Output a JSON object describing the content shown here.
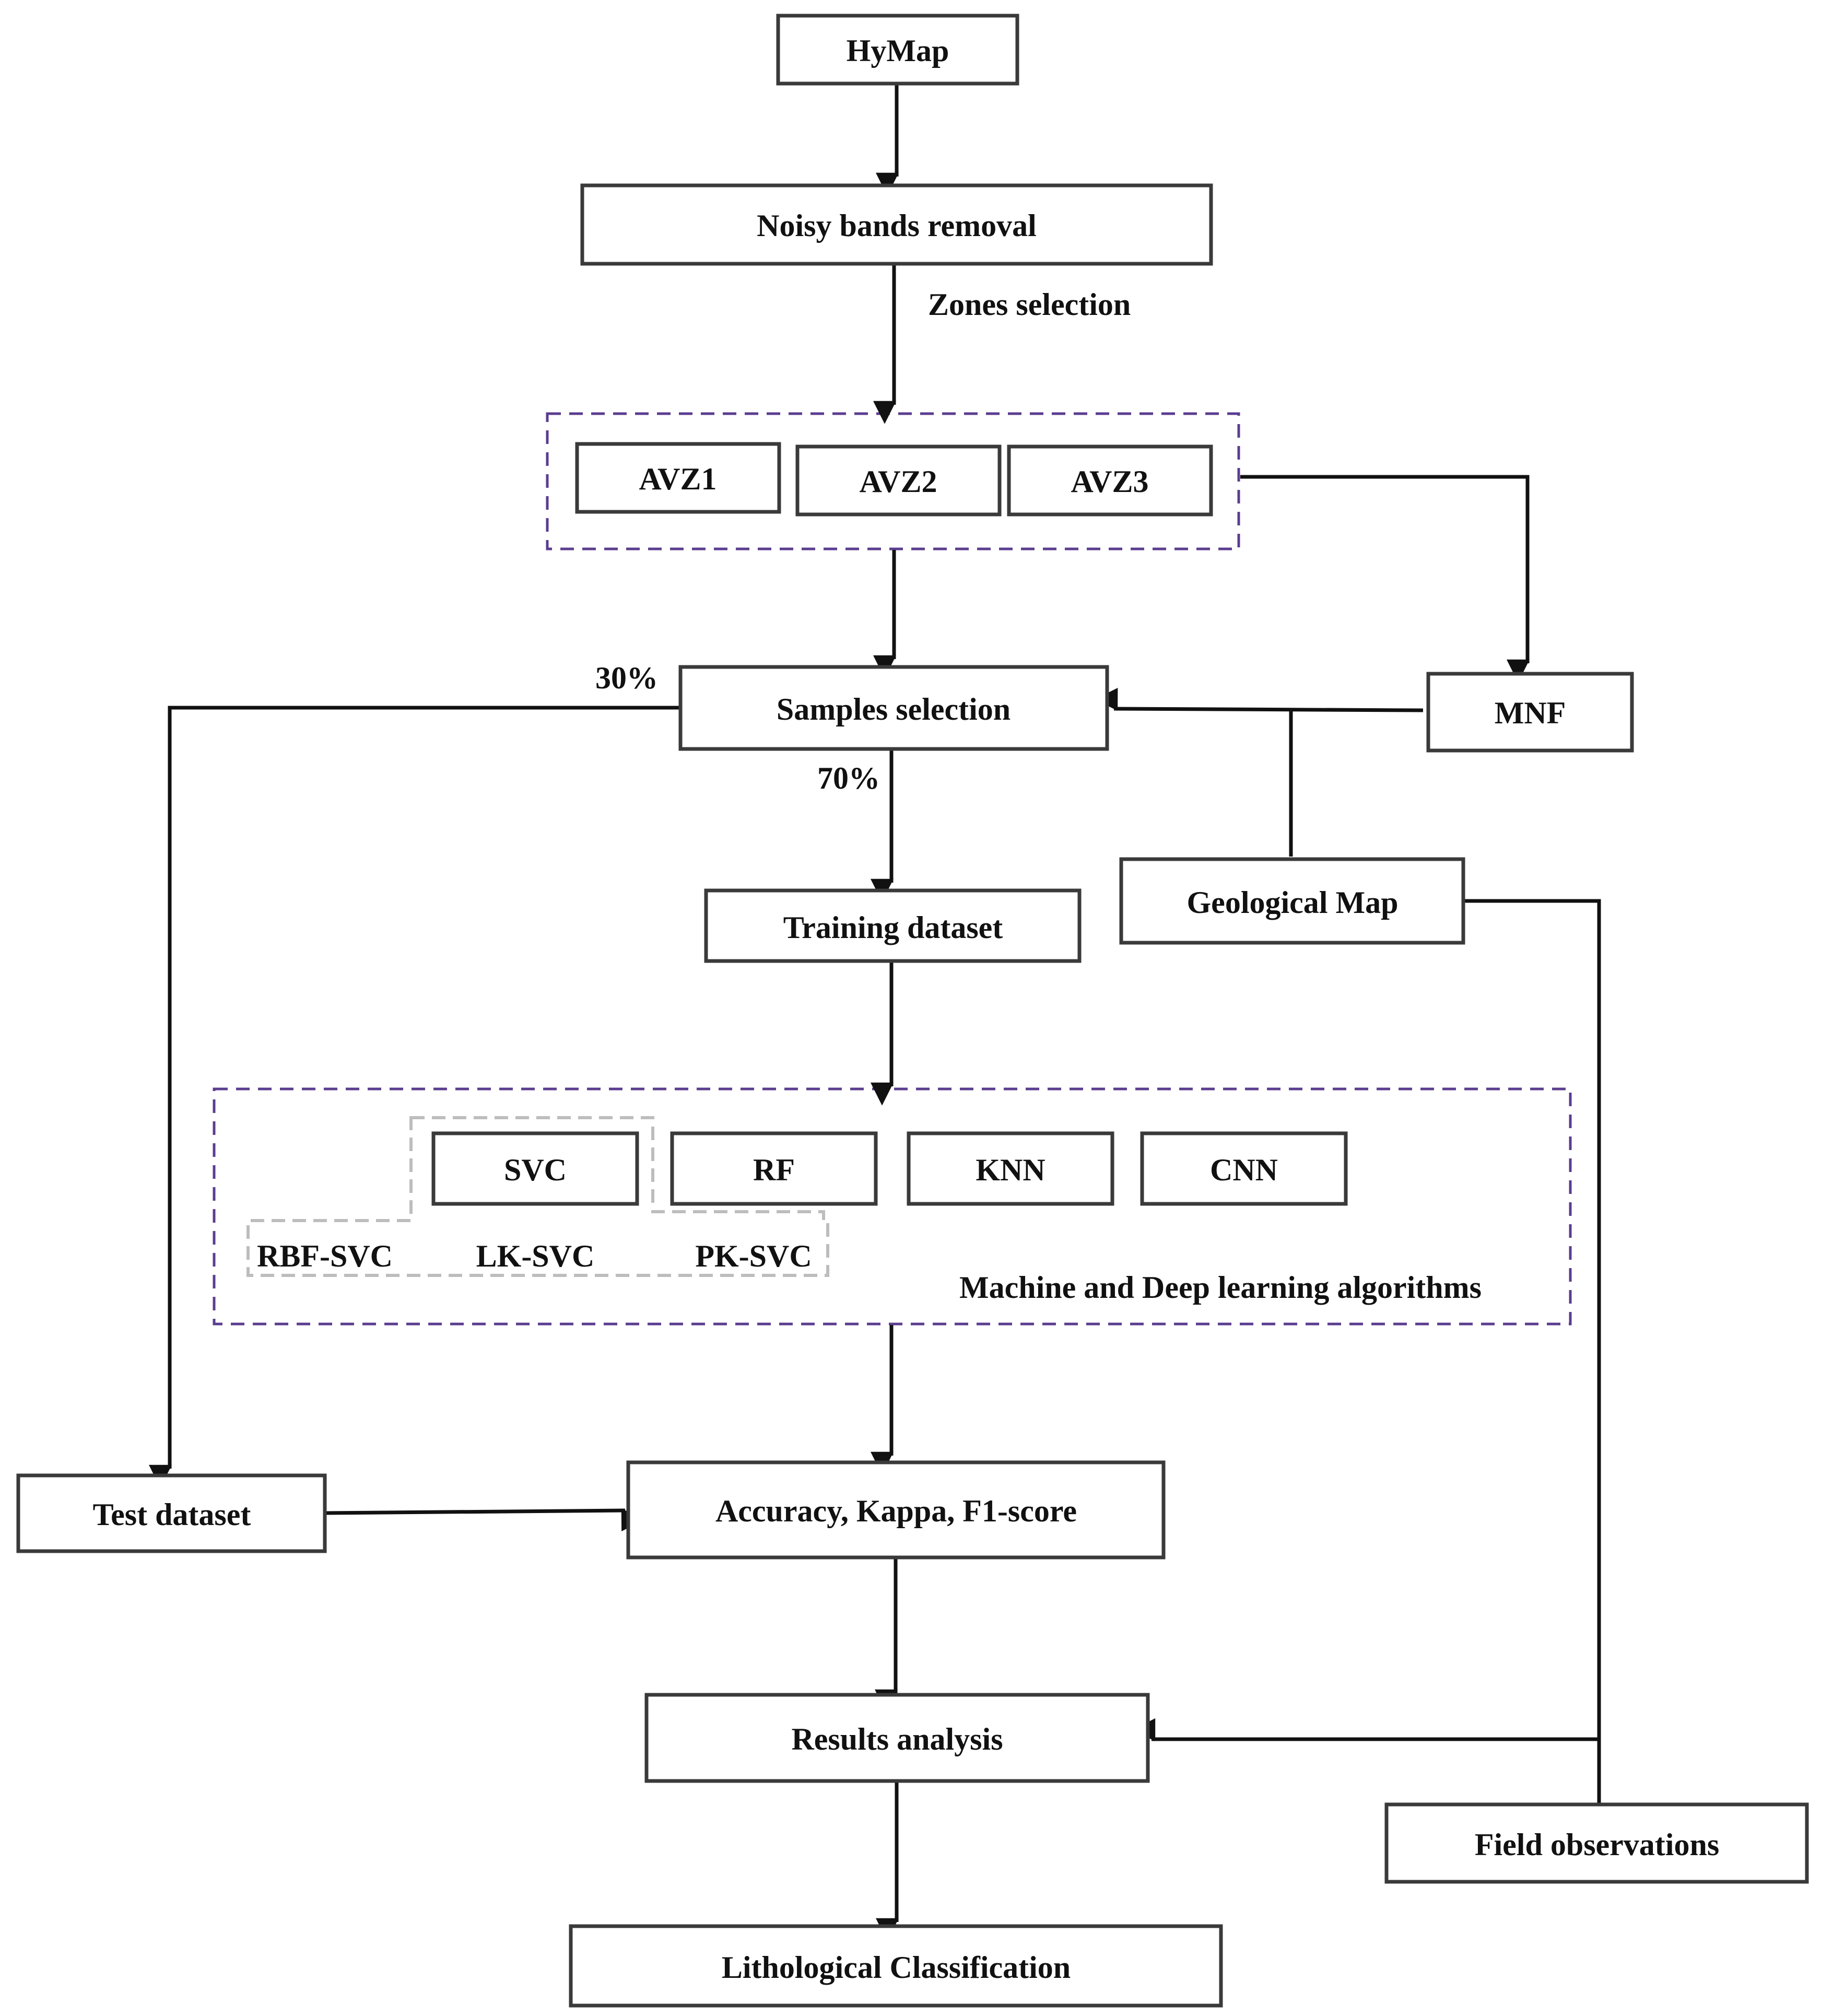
{
  "nodes": {
    "hymap": "HyMap",
    "noisy_bands": "Noisy bands removal",
    "avz1": "AVZ1",
    "avz2": "AVZ2",
    "avz3": "AVZ3",
    "samples": "Samples selection",
    "mnf": "MNF",
    "training": "Training dataset",
    "geological_map": "Geological Map",
    "svc": "SVC",
    "rf": "RF",
    "knn": "KNN",
    "cnn": "CNN",
    "test": "Test dataset",
    "accuracy": "Accuracy, Kappa, F1-score",
    "results": "Results analysis",
    "field": "Field observations",
    "lithological": "Lithological Classification"
  },
  "labels": {
    "zones_selection": "Zones selection",
    "pct_30": "30%",
    "pct_70": "70%",
    "rbf_svc": "RBF-SVC",
    "lk_svc": "LK-SVC",
    "pk_svc": "PK-SVC",
    "ml_group": "Machine and Deep learning algorithms"
  }
}
